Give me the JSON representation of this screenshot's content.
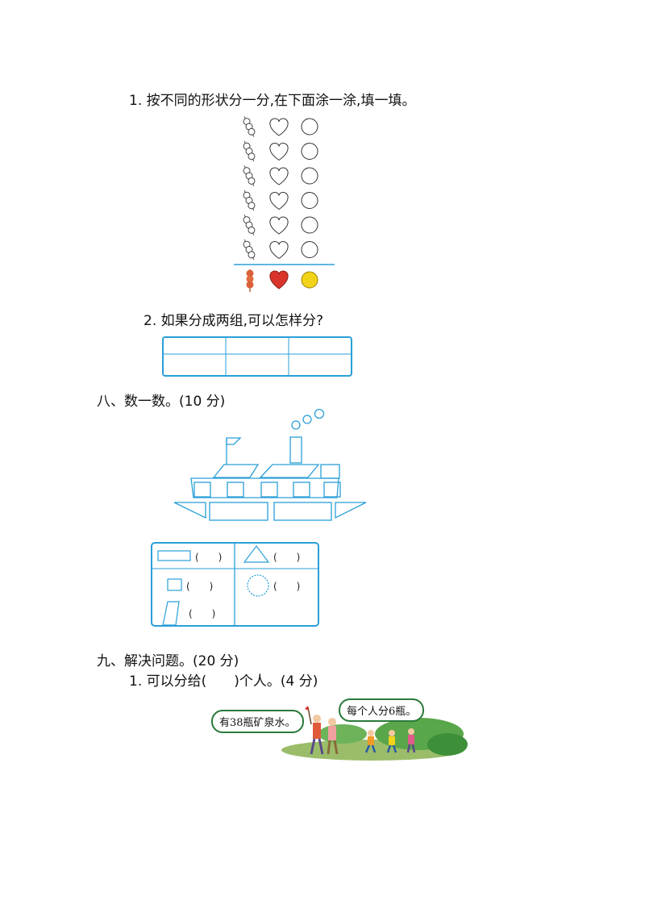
{
  "section7": {
    "q1": {
      "number": "1.",
      "text": "按不同的形状分一分,在下面涂一涂,填一填。"
    },
    "q2": {
      "number": "2.",
      "text": "如果分成两组,可以怎样分?"
    }
  },
  "section8": {
    "heading": "八、数一数。(10 分)",
    "tally": {
      "rectangle_blank": "(　　)",
      "triangle_blank": "(　　)",
      "square_blank": "(　　)",
      "circle_blank": "(　　)",
      "parallelogram_blank": "(　　)"
    }
  },
  "section9": {
    "heading": "九、解决问题。(20 分)",
    "q1": {
      "number": "1.",
      "text": "可以分给(　　)个人。(4 分)"
    },
    "bubble_left": "有38瓶矿泉水。",
    "bubble_right": "每个人分6瓶。"
  },
  "colors": {
    "blue": "#2a9fd8",
    "red_heart": "#d8342a",
    "yellow_ball": "#f2d31a",
    "skewer": "#d9603a"
  }
}
